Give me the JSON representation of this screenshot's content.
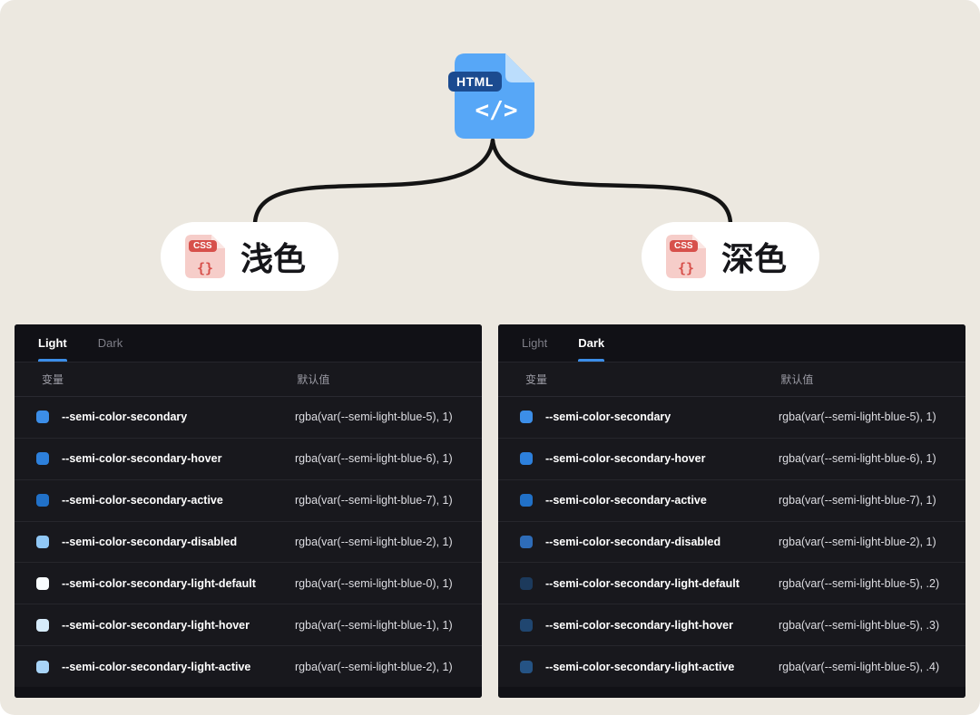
{
  "page": {
    "background": "#ECE8E0"
  },
  "flow": {
    "root": {
      "badge": "HTML",
      "glyph": "</>"
    },
    "branches": [
      {
        "label": "浅色",
        "badge": "CSS",
        "glyph": "{}"
      },
      {
        "label": "深色",
        "badge": "CSS",
        "glyph": "{}"
      }
    ],
    "connector_color": "#141414"
  },
  "panels": [
    {
      "name": "light-theme-table",
      "tabs": [
        {
          "label": "Light",
          "active": true
        },
        {
          "label": "Dark",
          "active": false
        }
      ],
      "columns": {
        "variable": "变量",
        "value": "默认值"
      },
      "accent": "#3C8EE8",
      "rows": [
        {
          "swatch": "#3C8EE8",
          "variable": "--semi-color-secondary",
          "value": "rgba(var(--semi-light-blue-5), 1)"
        },
        {
          "swatch": "#2D80DC",
          "variable": "--semi-color-secondary-hover",
          "value": "rgba(var(--semi-light-blue-6), 1)"
        },
        {
          "swatch": "#2171C8",
          "variable": "--semi-color-secondary-active",
          "value": "rgba(var(--semi-light-blue-7), 1)"
        },
        {
          "swatch": "#90C7F5",
          "variable": "--semi-color-secondary-disabled",
          "value": "rgba(var(--semi-light-blue-2), 1)"
        },
        {
          "swatch": "#F8FCFE",
          "variable": "--semi-color-secondary-light-default",
          "value": "rgba(var(--semi-light-blue-0), 1)"
        },
        {
          "swatch": "#D6EBFB",
          "variable": "--semi-color-secondary-light-hover",
          "value": "rgba(var(--semi-light-blue-1), 1)"
        },
        {
          "swatch": "#A8D4F8",
          "variable": "--semi-color-secondary-light-active",
          "value": "rgba(var(--semi-light-blue-2), 1)"
        }
      ]
    },
    {
      "name": "dark-theme-table",
      "tabs": [
        {
          "label": "Light",
          "active": false
        },
        {
          "label": "Dark",
          "active": true
        }
      ],
      "columns": {
        "variable": "变量",
        "value": "默认值"
      },
      "accent": "#3C8EE8",
      "rows": [
        {
          "swatch": "#3C8EE8",
          "variable": "--semi-color-secondary",
          "value": "rgba(var(--semi-light-blue-5), 1)"
        },
        {
          "swatch": "#2D80DC",
          "variable": "--semi-color-secondary-hover",
          "value": "rgba(var(--semi-light-blue-6), 1)"
        },
        {
          "swatch": "#2171C8",
          "variable": "--semi-color-secondary-active",
          "value": "rgba(var(--semi-light-blue-7), 1)"
        },
        {
          "swatch": "#2E6CB8",
          "variable": "--semi-color-secondary-disabled",
          "value": "rgba(var(--semi-light-blue-2), 1)"
        },
        {
          "swatch": "#1C3A5C",
          "variable": "--semi-color-secondary-light-default",
          "value": "rgba(var(--semi-light-blue-5), .2)"
        },
        {
          "swatch": "#204670",
          "variable": "--semi-color-secondary-light-hover",
          "value": "rgba(var(--semi-light-blue-5), .3)"
        },
        {
          "swatch": "#255384",
          "variable": "--semi-color-secondary-light-active",
          "value": "rgba(var(--semi-light-blue-5), .4)"
        }
      ]
    }
  ]
}
